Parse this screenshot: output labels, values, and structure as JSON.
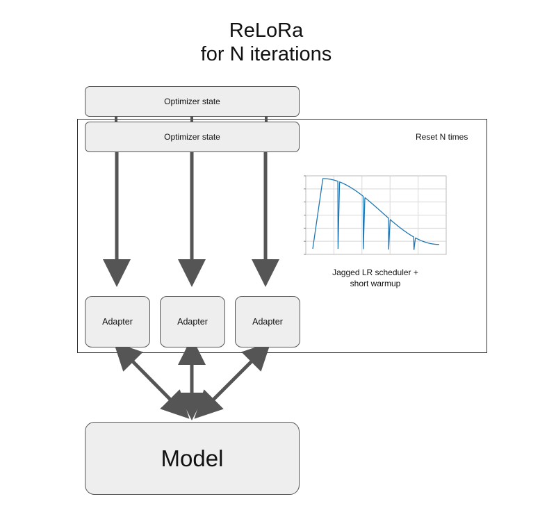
{
  "title": {
    "line1": "ReLoRa",
    "line2": "for N iterations"
  },
  "optimizer_back": {
    "label": "Optimizer state"
  },
  "optimizer_front": {
    "label": "Optimizer state"
  },
  "reset_label": "Reset N times",
  "caption": {
    "line1": "Jagged LR scheduler +",
    "line2": "short warmup"
  },
  "adapters": [
    {
      "label": "Adapter"
    },
    {
      "label": "Adapter"
    },
    {
      "label": "Adapter"
    }
  ],
  "model": {
    "label": "Model"
  },
  "colors": {
    "box_fill": "#eeeeee",
    "box_border": "#555555",
    "arrow": "#555555",
    "curve": "#1f77b4"
  },
  "lr_schedule": {
    "total_steps": 1,
    "resets": [
      0.2,
      0.4,
      0.6,
      0.8
    ],
    "curve": "cosine with short warmup, jagged resets",
    "grid": true
  }
}
